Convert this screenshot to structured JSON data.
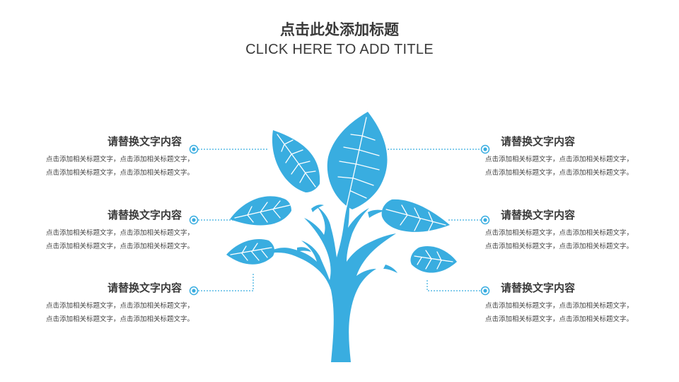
{
  "title": "点击此处添加标题",
  "subtitle": "CLICK HERE TO ADD TITLE",
  "colors": {
    "tree": "#39ADE0",
    "connector": "#39ADE0",
    "text": "#3a3a3a"
  },
  "items": [
    {
      "heading": "请替换文字内容",
      "line1": "点击添加相关标题文字，点击添加相关标题文字，",
      "line2": "点击添加相关标题文字，点击添加相关标题文字。"
    },
    {
      "heading": "请替换文字内容",
      "line1": "点击添加相关标题文字，点击添加相关标题文字，",
      "line2": "点击添加相关标题文字，点击添加相关标题文字。"
    },
    {
      "heading": "请替换文字内容",
      "line1": "点击添加相关标题文字，点击添加相关标题文字，",
      "line2": "点击添加相关标题文字，点击添加相关标题文字。"
    },
    {
      "heading": "请替换文字内容",
      "line1": "点击添加相关标题文字，点击添加相关标题文字，",
      "line2": "点击添加相关标题文字，点击添加相关标题文字。"
    },
    {
      "heading": "请替换文字内容",
      "line1": "点击添加相关标题文字，点击添加相关标题文字，",
      "line2": "点击添加相关标题文字，点击添加相关标题文字。"
    },
    {
      "heading": "请替换文字内容",
      "line1": "点击添加相关标题文字，点击添加相关标题文字，",
      "line2": "点击添加相关标题文字，点击添加相关标题文字。"
    }
  ]
}
